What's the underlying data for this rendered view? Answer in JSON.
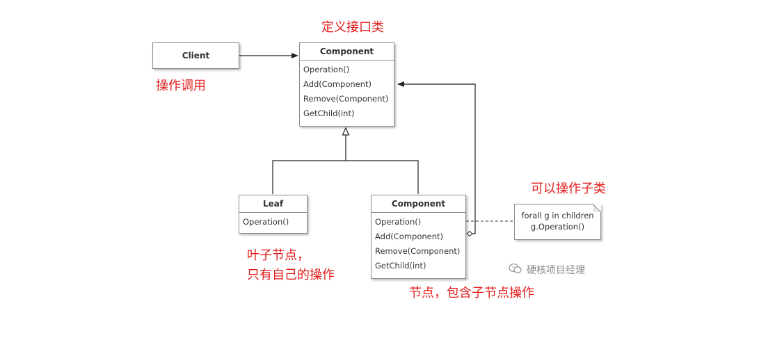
{
  "client": {
    "title": "Client"
  },
  "component_top": {
    "title": "Component",
    "methods": [
      "Operation()",
      "Add(Component)",
      "Remove(Component)",
      "GetChild(int)"
    ]
  },
  "leaf": {
    "title": "Leaf",
    "methods": [
      "Operation()"
    ]
  },
  "component_composite": {
    "title": "Component",
    "methods": [
      "Operation()",
      "Add(Component)",
      "Remove(Component)",
      "GetChild(int)"
    ]
  },
  "note": {
    "line1": "forall g in children",
    "line2": "g.Operation()"
  },
  "annotations": {
    "define_interface": "定义接口类",
    "call_operation": "操作调用",
    "operate_subclass": "可以操作子类",
    "leaf_line1": "叶子节点，",
    "leaf_line2": "只有自己的操作",
    "composite_node": "节点，包含子节点操作"
  },
  "watermark": {
    "text": "硬核项目经理",
    "icon": "wechat-icon"
  },
  "colors": {
    "annotation": "#e21d1d",
    "border": "#8c8c8c"
  }
}
